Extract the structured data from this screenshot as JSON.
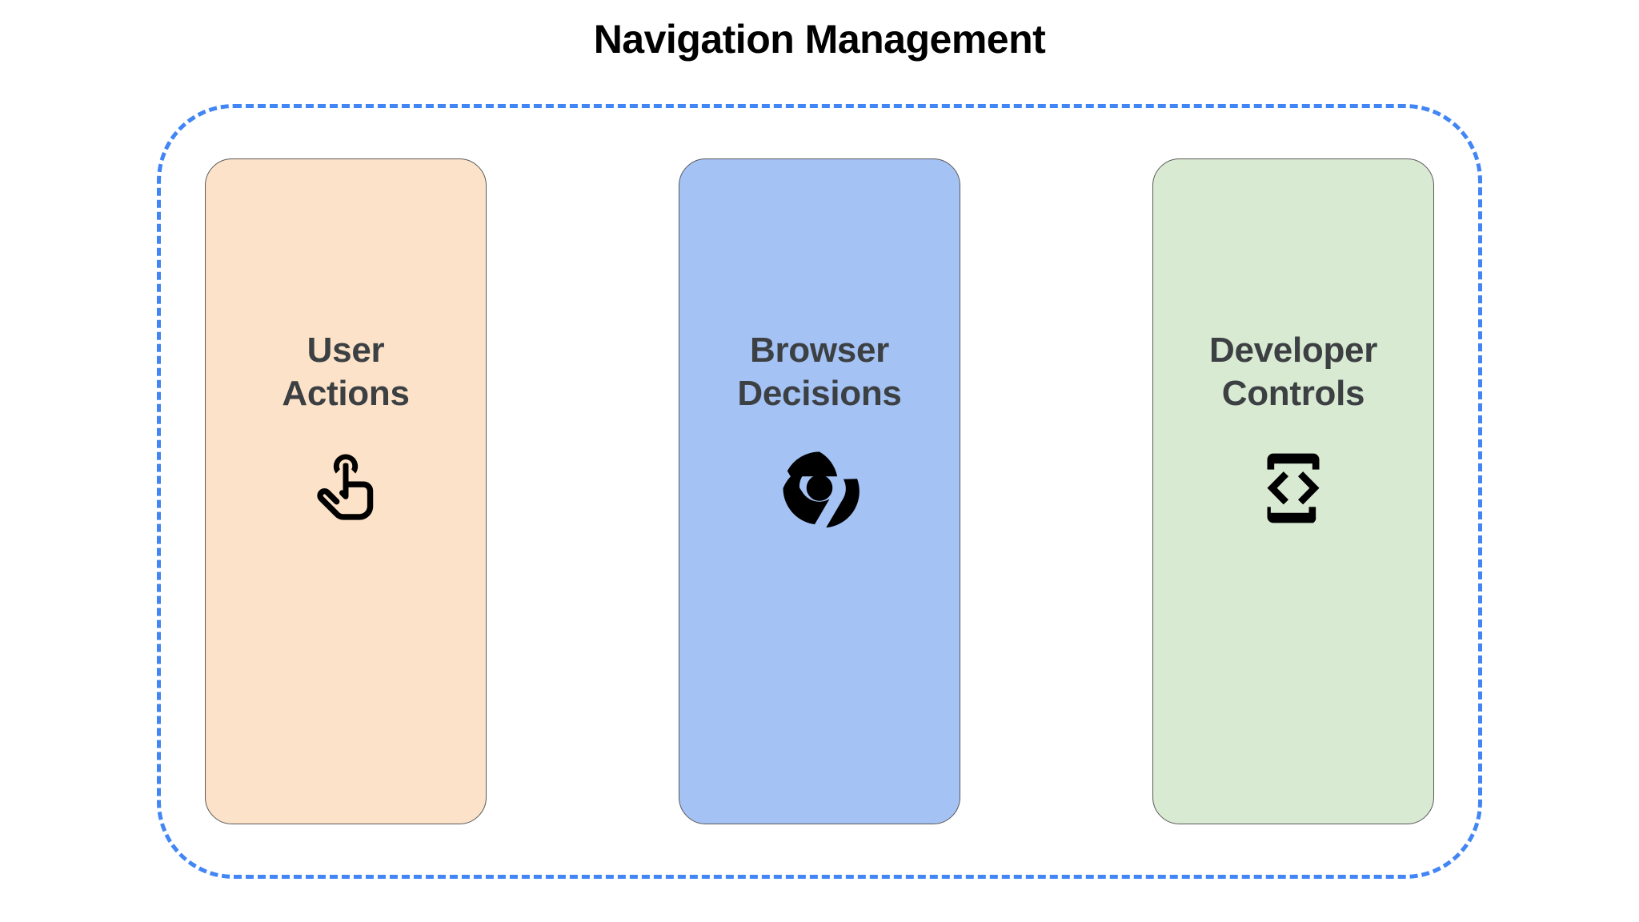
{
  "page": {
    "title": "Navigation Management",
    "background_color": "#ffffff",
    "title_color": "#000000"
  },
  "container": {
    "border_style": "dashed",
    "border_color": "#4285F4"
  },
  "cards": [
    {
      "id": "user-actions",
      "label": "User\nActions",
      "label_color": "#3c4043",
      "fill_color": "#FBE2C8",
      "stroke_color": "#595959",
      "icon": "touch-app-icon",
      "icon_color": "#000000"
    },
    {
      "id": "browser-decisions",
      "label": "Browser\nDecisions",
      "label_color": "#3c4043",
      "fill_color": "#A4C2F4",
      "stroke_color": "#595959",
      "icon": "chrome-logo-icon",
      "icon_color": "#000000"
    },
    {
      "id": "developer-controls",
      "label": "Developer\nControls",
      "label_color": "#3c4043",
      "fill_color": "#D9EAD3",
      "stroke_color": "#595959",
      "icon": "developer-mode-icon",
      "icon_color": "#000000"
    }
  ]
}
